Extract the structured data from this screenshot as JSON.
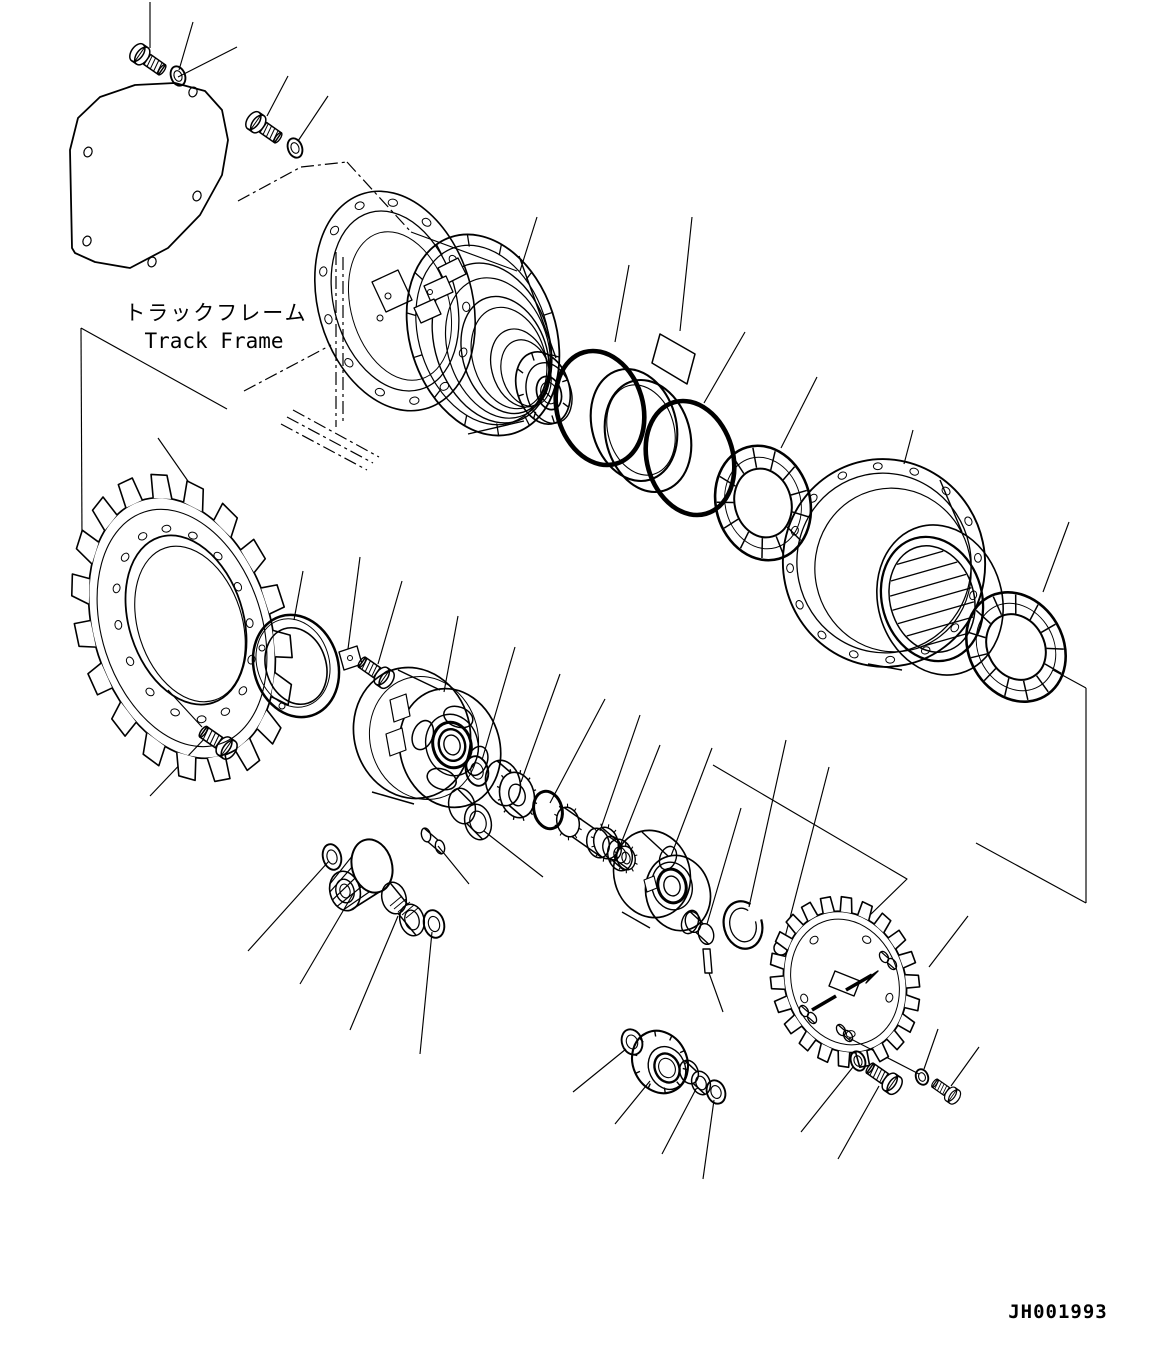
{
  "diagram": {
    "track_frame_label_ja": "トラックフレーム",
    "track_frame_label_en": "Track Frame",
    "drawing_number": "JH001993",
    "colors": {
      "line": "#000000",
      "background": "#ffffff"
    }
  }
}
